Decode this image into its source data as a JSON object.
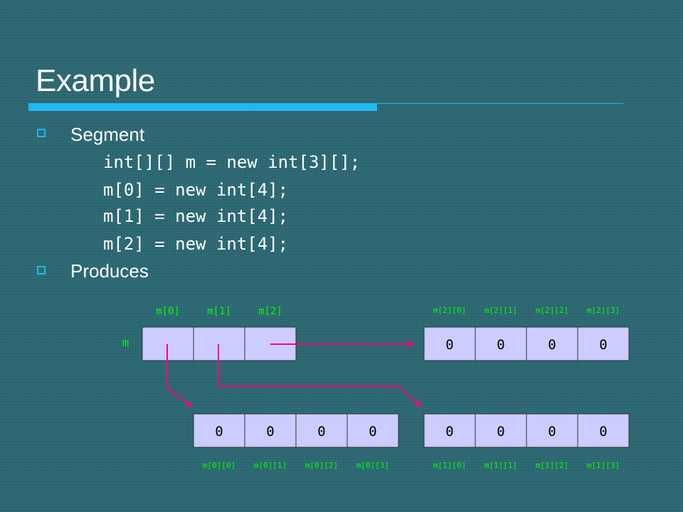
{
  "slide": {
    "title": "Example",
    "bullets": [
      {
        "text": "Segment"
      },
      {
        "text": "Produces"
      }
    ],
    "code_lines": [
      "int[][] m = new int[3][];",
      "m[0] = new int[4];",
      "m[1] = new int[4];",
      "m[2] = new int[4];"
    ]
  },
  "colors": {
    "background": "#2a6670",
    "accent_rule": "#21b7f3",
    "cell_fill": "#ccccff",
    "arrow": "#ff0080",
    "label": "#00ff00"
  },
  "diagram": {
    "variable_label": "m",
    "outer_array": {
      "labels": [
        "m[0]",
        "m[1]",
        "m[2]"
      ]
    },
    "rows": [
      {
        "name": "row-0",
        "values": [
          "0",
          "0",
          "0",
          "0"
        ],
        "labels": [
          "m[0][0]",
          "m[0][1]",
          "m[0][2]",
          "m[0][3]"
        ]
      },
      {
        "name": "row-1",
        "values": [
          "0",
          "0",
          "0",
          "0"
        ],
        "labels": [
          "m[1][0]",
          "m[1][1]",
          "m[1][2]",
          "m[1][3]"
        ]
      },
      {
        "name": "row-2",
        "values": [
          "0",
          "0",
          "0",
          "0"
        ],
        "labels": [
          "m[2][0]",
          "m[2][1]",
          "m[2][2]",
          "m[2][3]"
        ]
      }
    ]
  }
}
